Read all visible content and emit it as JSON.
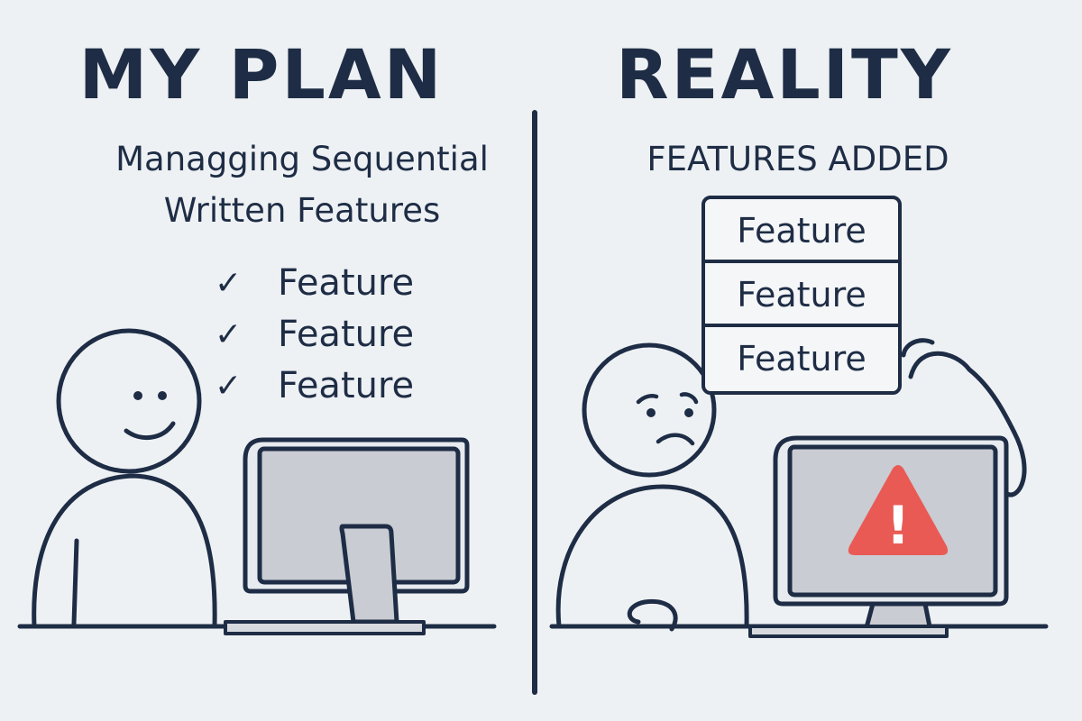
{
  "left_panel": {
    "heading": "MY PLAN",
    "subtitle_lines": [
      "Managging Sequential",
      "Written Features"
    ],
    "checklist": [
      {
        "mark": "✓",
        "label": "Feature"
      },
      {
        "mark": "✓",
        "label": "Feature"
      },
      {
        "mark": "✓",
        "label": "Feature"
      }
    ]
  },
  "right_panel": {
    "heading": "REALITY",
    "subtitle": "FEATURES ADDED",
    "stack": [
      "Feature",
      "Feature",
      "Feature"
    ],
    "alert_symbol": "!"
  },
  "icons": [
    "smiling-face-icon",
    "worried-face-icon",
    "monitor-icon",
    "warning-triangle-icon",
    "checkmark-icon"
  ],
  "colors": {
    "background": "#eef1f4",
    "ink": "#1e2d45",
    "screen": "#c9ccd2",
    "alert": "#e95a55"
  }
}
